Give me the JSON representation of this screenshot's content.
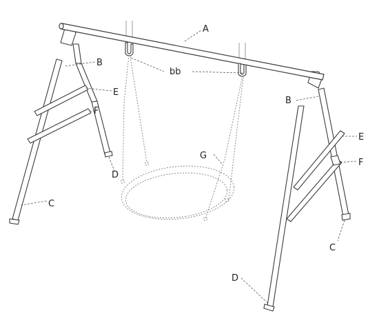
{
  "labels": {
    "a": "A",
    "bb": "bb",
    "b_left": "B",
    "e_left": "E",
    "f_left": "F",
    "d_left": "D",
    "c_left": "C",
    "g": "G",
    "b_right": "B",
    "e_right": "E",
    "f_right": "F",
    "c_right": "C",
    "d_right": "D"
  },
  "colors": {
    "line": "#3a3a3a",
    "background": "#ffffff"
  }
}
